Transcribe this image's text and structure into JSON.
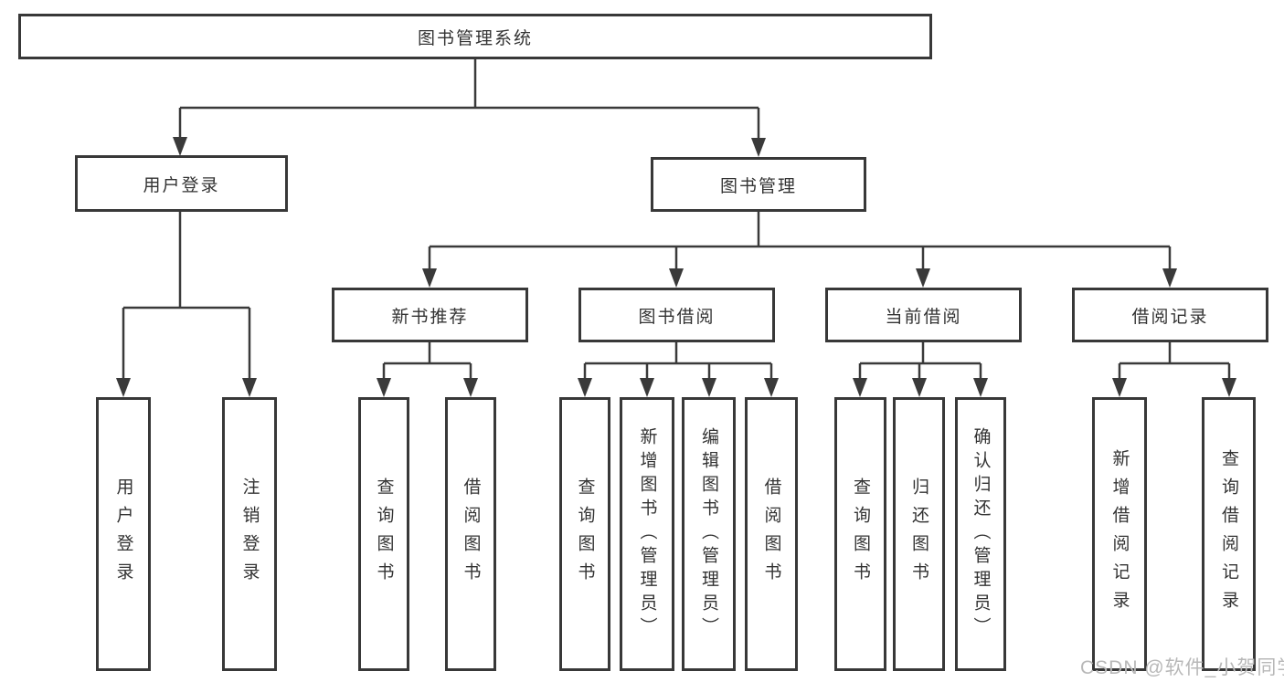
{
  "diagram": {
    "root": {
      "label": "图书管理系统"
    },
    "level2": [
      {
        "label": "用户登录"
      },
      {
        "label": "图书管理"
      }
    ],
    "level3": [
      {
        "label": "新书推荐"
      },
      {
        "label": "图书借阅"
      },
      {
        "label": "当前借阅"
      },
      {
        "label": "借阅记录"
      }
    ],
    "leaves": {
      "user_login": [
        "用户登录",
        "注销登录"
      ],
      "new_book": [
        "查询图书",
        "借阅图书"
      ],
      "book_borrow": [
        "查询图书",
        "新增图书（管理员）",
        "编辑图书（管理员）",
        "借阅图书"
      ],
      "current_borrow": [
        "查询图书",
        "归还图书",
        "确认归还（管理员）"
      ],
      "borrow_record": [
        "新增借阅记录",
        "查询借阅记录"
      ]
    }
  },
  "watermark": {
    "text": "CSDN @软件_小贺同学"
  },
  "colors": {
    "line": "#3a3a3a",
    "border": "#383838",
    "text": "#333333",
    "background": "#ffffff",
    "watermark": "#b8b8b8"
  }
}
